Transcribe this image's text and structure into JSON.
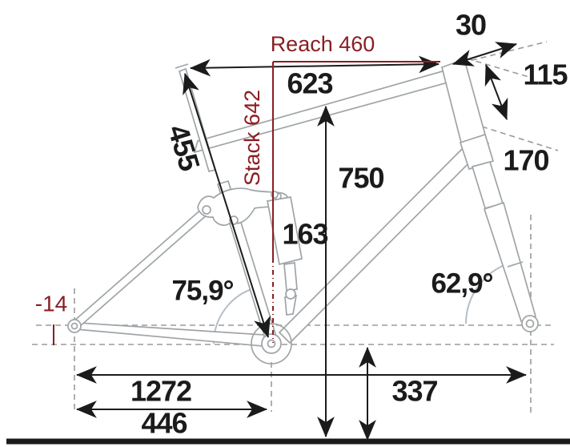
{
  "diagram": {
    "type": "mountain-bike-frame-geometry",
    "labels": {
      "reach": "Reach 460",
      "stack": "Stack 642",
      "bb_drop": "-14",
      "top_tube_horizontal": "623",
      "seat_tube": "455",
      "standover": "750",
      "rear_travel": "163",
      "head_tube_spacer": "30",
      "head_tube_length": "115",
      "fork_travel": "170",
      "seat_tube_angle": "75,9°",
      "head_tube_angle": "62,9°",
      "wheelbase": "1272",
      "chainstay": "446",
      "bb_height": "337"
    },
    "colors": {
      "accent_red": "#8a1e23",
      "dimension_black": "#1b1b1b",
      "frame_gray": "#9fa4a7",
      "arc_blue": "#b3bfc9",
      "dash_gray": "#9b9b9b"
    }
  }
}
